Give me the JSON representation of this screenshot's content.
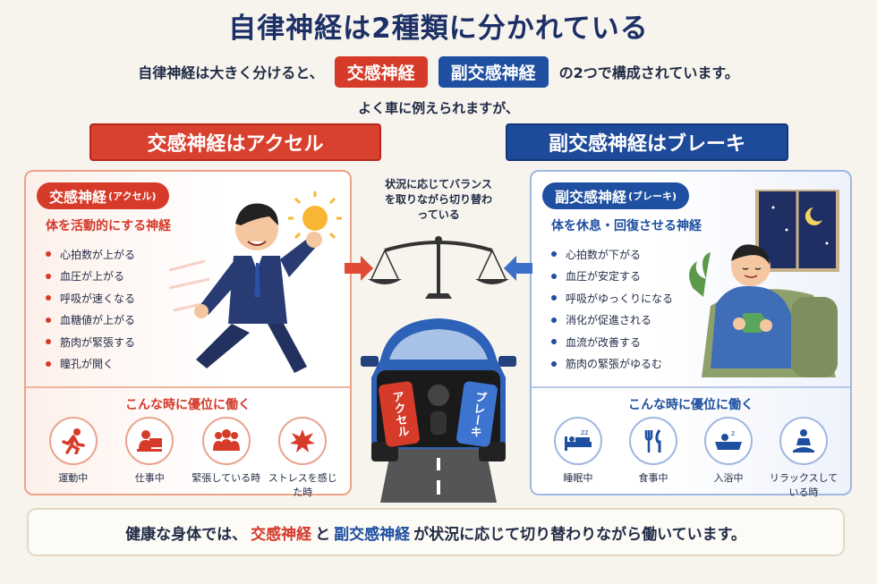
{
  "title": "自律神経は2種類に分かれている",
  "intro": {
    "before": "自律神経は大きく分けると、",
    "sympathetic": "交感神経",
    "parasympathetic": "副交感神経",
    "after": "の2つで構成されています。"
  },
  "subtitle": "よく車に例えられますが、",
  "banner_left": "交感神経はアクセル",
  "banner_right": "副交感神経はブレーキ",
  "left": {
    "tag": "交感神経",
    "tag_small": "(アクセル)",
    "heading": "体を活動的にする神経",
    "bullets": [
      "心拍数が上がる",
      "血圧が上がる",
      "呼吸が速くなる",
      "血糖値が上がる",
      "筋肉が緊張する",
      "瞳孔が開く"
    ],
    "when": "こんな時に優位に働く",
    "icons": [
      {
        "icon": "running-icon",
        "label": "運動中"
      },
      {
        "icon": "work-icon",
        "label": "仕事中"
      },
      {
        "icon": "group-icon",
        "label": "緊張している時"
      },
      {
        "icon": "stress-icon",
        "label": "ストレスを感じた時"
      }
    ]
  },
  "right": {
    "tag": "副交感神経",
    "tag_small": "(ブレーキ)",
    "heading": "体を休息・回復させる神経",
    "bullets": [
      "心拍数が下がる",
      "血圧が安定する",
      "呼吸がゆっくりになる",
      "消化が促進される",
      "血流が改善する",
      "筋肉の緊張がゆるむ"
    ],
    "when": "こんな時に優位に働く",
    "icons": [
      {
        "icon": "sleep-icon",
        "label": "睡眠中"
      },
      {
        "icon": "meal-icon",
        "label": "食事中"
      },
      {
        "icon": "bath-icon",
        "label": "入浴中"
      },
      {
        "icon": "relax-icon",
        "label": "リラックスしている時"
      }
    ]
  },
  "scale_text": "状況に応じてバランスを取りながら切り替わっている",
  "car": {
    "accel": "アクセル",
    "brake": "ブレーキ"
  },
  "bottom": {
    "p1": "健康な身体では、",
    "sympathetic": "交感神経",
    "p2": "と",
    "parasympathetic": "副交感神経",
    "p3": "が状況に応じて切り替わりながら働いています。"
  },
  "colors": {
    "red": "#d63b2a",
    "blue": "#1e4fa0",
    "navy": "#1c2f66"
  }
}
